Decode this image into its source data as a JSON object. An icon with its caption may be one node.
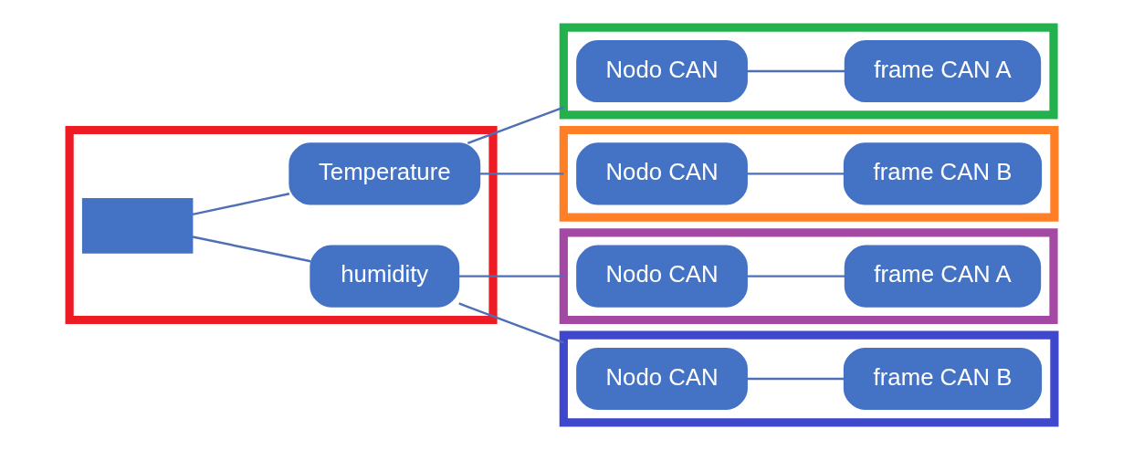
{
  "diagram": {
    "nodes": [
      {
        "text": [],
        "shape": "box"
      },
      {
        "text": [],
        "shape": "box",
        "in": 0
      },
      {
        "text": [
          "Temperature"
        ],
        "in": 0
      },
      {
        "text": [
          "humidity"
        ],
        "in": 0
      },
      {
        "text": [],
        "shape": "box"
      },
      {
        "text": [
          "Nodo CAN"
        ],
        "in": 4
      },
      {
        "text": [
          "frame CAN A"
        ],
        "in": 4
      },
      {
        "text": [],
        "shape": "box"
      },
      {
        "text": [
          "Nodo CAN"
        ],
        "in": 7
      },
      {
        "text": [
          "frame CAN B"
        ],
        "in": 7
      },
      {
        "text": [],
        "shape": "box"
      },
      {
        "text": [
          "Nodo CAN"
        ],
        "in": 10
      },
      {
        "text": [
          "frame CAN A"
        ],
        "in": 10
      },
      {
        "text": [],
        "shape": "box"
      },
      {
        "text": [
          "Nodo CAN"
        ],
        "in": 13
      },
      {
        "text": [
          "frame CAN B"
        ],
        "in": 13
      }
    ],
    "edges": [
      {
        "from": 1,
        "to": 2,
        "arrow": "none"
      },
      {
        "from": 1,
        "to": 3,
        "arrow": "none"
      },
      {
        "from": 2,
        "to": 4,
        "arrow": "none"
      },
      {
        "from": 2,
        "to": 7,
        "arrow": "none"
      },
      {
        "from": 3,
        "to": 10,
        "arrow": "none"
      },
      {
        "from": 3,
        "to": 13,
        "arrow": "none"
      },
      {
        "from": 5,
        "to": 6,
        "arrow": "none"
      },
      {
        "from": 8,
        "to": 9,
        "arrow": "none"
      },
      {
        "from": 11,
        "to": 12,
        "arrow": "none"
      },
      {
        "from": 14,
        "to": 15,
        "arrow": "none"
      }
    ]
  }
}
